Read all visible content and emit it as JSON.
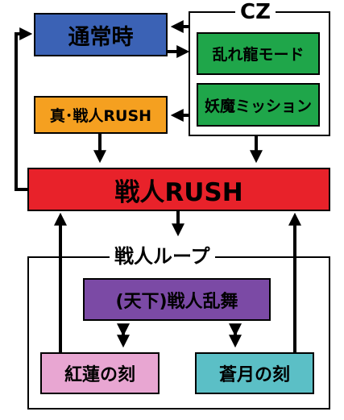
{
  "nodes": {
    "normal": {
      "label": "通常時",
      "color": "#3b62b5"
    },
    "cz_title": {
      "label": "CZ"
    },
    "cz_1": {
      "label": "乱れ龍モード",
      "color": "#1fa64a"
    },
    "cz_2": {
      "label": "妖魔ミッション",
      "color": "#1fa64a"
    },
    "true_rush": {
      "label": "真･戦人RUSH",
      "color": "#f5a020"
    },
    "rush": {
      "label": "戦人RUSH",
      "color": "#e8222a"
    },
    "loop_title": {
      "label": "戦人ループ"
    },
    "tenka": {
      "label": "(天下)戦人乱舞",
      "color": "#7b4aa5"
    },
    "guren": {
      "label": "紅蓮の刻",
      "color": "#e8a6d2"
    },
    "sougetsu": {
      "label": "蒼月の刻",
      "color": "#5bbfc6"
    }
  }
}
